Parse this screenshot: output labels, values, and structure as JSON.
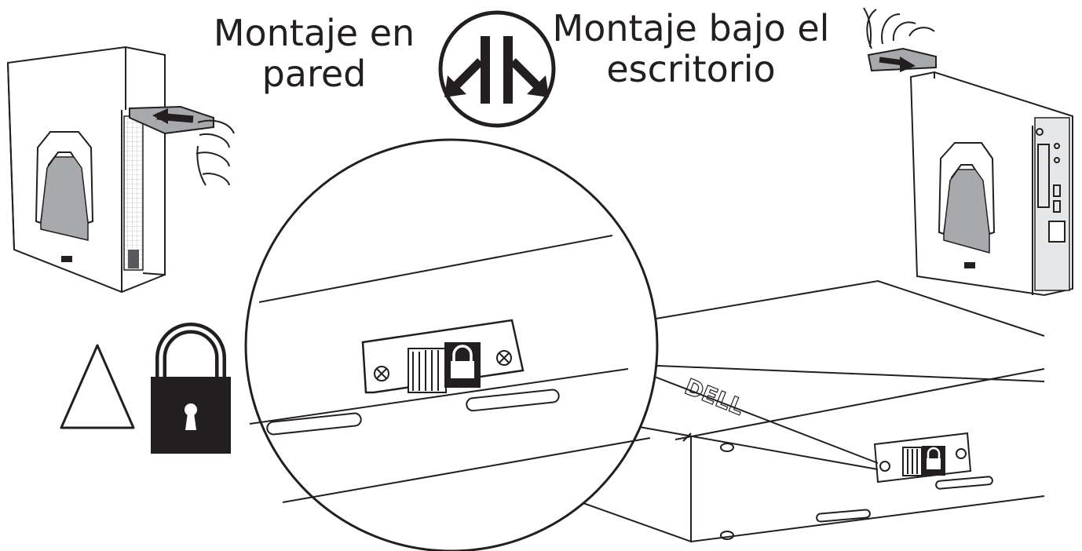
{
  "labels": {
    "wall_mount": [
      "Montaje en",
      "pared"
    ],
    "under_desk_mount": [
      "Montaje bajo el",
      "escritorio"
    ]
  },
  "icons": {
    "caution": "warning-triangle-icon",
    "lock": "padlock-icon",
    "mount_direction": "mount-direction-icon"
  },
  "brand_mark": "DELL",
  "colors": {
    "line": "#231f20",
    "panel_gray": "#a7a9ac",
    "background": "#ffffff"
  }
}
